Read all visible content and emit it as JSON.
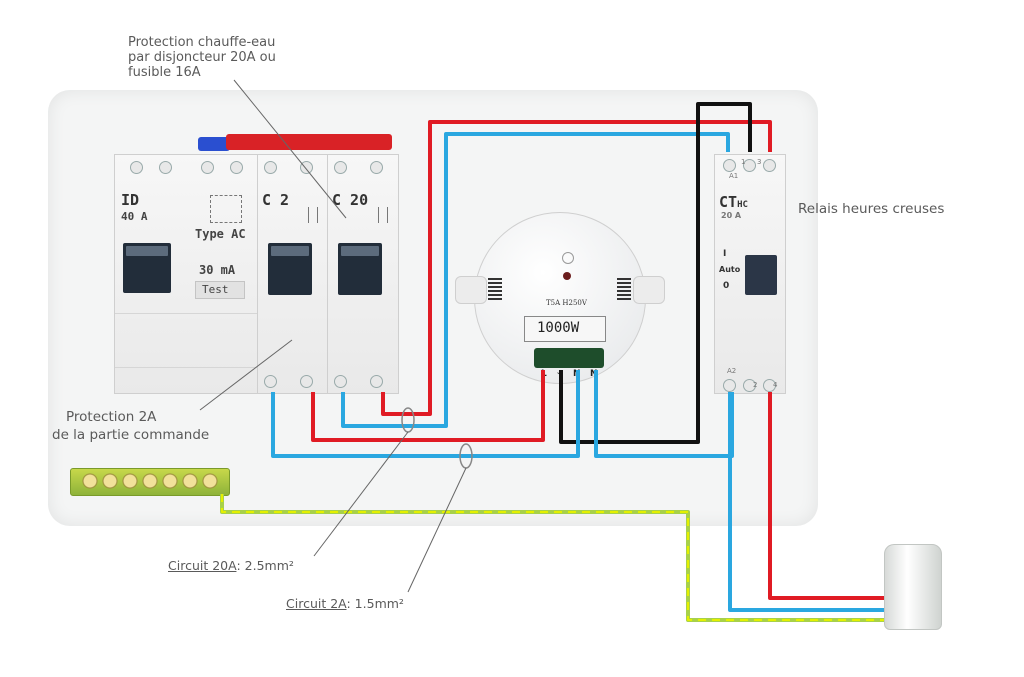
{
  "annotations": {
    "water_heater_protection": [
      "Protection chauffe-eau",
      "par disjoncteur 20A ou",
      "fusible 16A"
    ],
    "relay_label": "Relais heures creuses",
    "control_protection": [
      "Protection 2A",
      "de la partie commande"
    ],
    "circuit_20a_name": "Circuit 20A",
    "circuit_20a_section": ":  2.5mm²",
    "circuit_2a_name": "Circuit 2A",
    "circuit_2a_section": ":  1.5mm²"
  },
  "breakers": {
    "id": {
      "name": "ID",
      "rating": "40 A",
      "type": "Type AC",
      "sensitivity": "30 mA",
      "test": "Test"
    },
    "c2": {
      "name": "C 2"
    },
    "c20": {
      "name": "C 20"
    }
  },
  "relay": {
    "name": "CT",
    "suffix": "HC",
    "rating": "20 A",
    "mode_1": "I",
    "mode_auto": "Auto",
    "mode_0": "0",
    "top_terminals": [
      "A1",
      "1",
      "3"
    ],
    "bottom_terminals": [
      "A2",
      "2",
      "4"
    ]
  },
  "module": {
    "fuse_label": "T5A H250V",
    "power": "1000W",
    "terminals": [
      "L",
      "⌁",
      "N",
      "N"
    ]
  },
  "colors": {
    "phase": "#e01b24",
    "neutral": "#2aa7e0",
    "pilot": "#111111",
    "earth": "#a8d14a",
    "earth_dash": "#e4f000"
  }
}
